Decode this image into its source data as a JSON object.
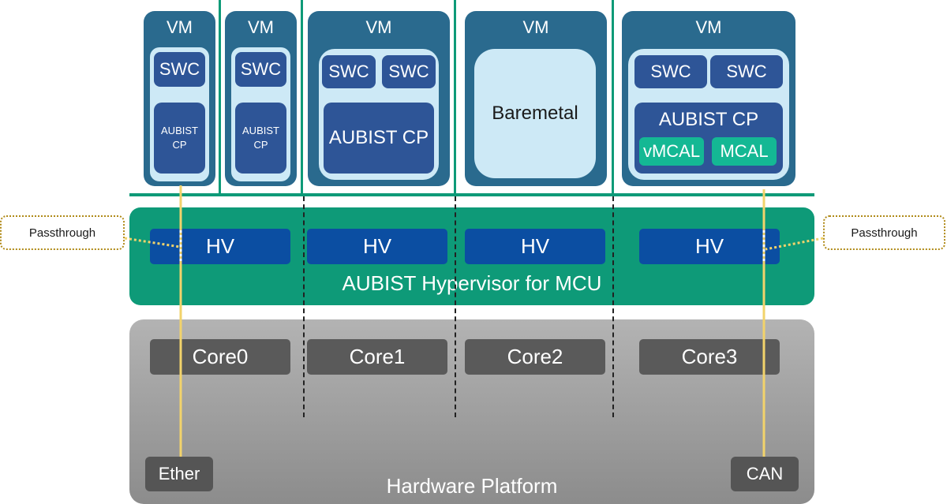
{
  "vms": [
    {
      "label": "VM",
      "components": [
        "SWC",
        "AUBIST CP"
      ]
    },
    {
      "label": "VM",
      "components": [
        "SWC",
        "AUBIST CP"
      ]
    },
    {
      "label": "VM",
      "components": [
        "SWC",
        "SWC",
        "AUBIST CP"
      ]
    },
    {
      "label": "VM",
      "components": [
        "Baremetal"
      ]
    },
    {
      "label": "VM",
      "components": [
        "SWC",
        "SWC",
        "AUBIST CP",
        "vMCAL",
        "MCAL"
      ]
    }
  ],
  "hypervisor": {
    "title": "AUBIST Hypervisor for MCU",
    "hv_labels": [
      "HV",
      "HV",
      "HV",
      "HV"
    ]
  },
  "hardware": {
    "title": "Hardware Platform",
    "cores": [
      "Core0",
      "Core1",
      "Core2",
      "Core3"
    ],
    "ports": {
      "left": "Ether",
      "right": "CAN"
    }
  },
  "callouts": {
    "left": "Passthrough",
    "right": "Passthrough"
  },
  "colors": {
    "vm": "#2a6a8e",
    "vm_inner": "#cde9f6",
    "component": "#2e5597",
    "mcal": "#14b894",
    "hypervisor": "#0e9a78",
    "hv": "#0b4ea2",
    "core": "#5a5a5a",
    "passthrough_line": "#f2d36b",
    "callout_border": "#b08a18"
  }
}
